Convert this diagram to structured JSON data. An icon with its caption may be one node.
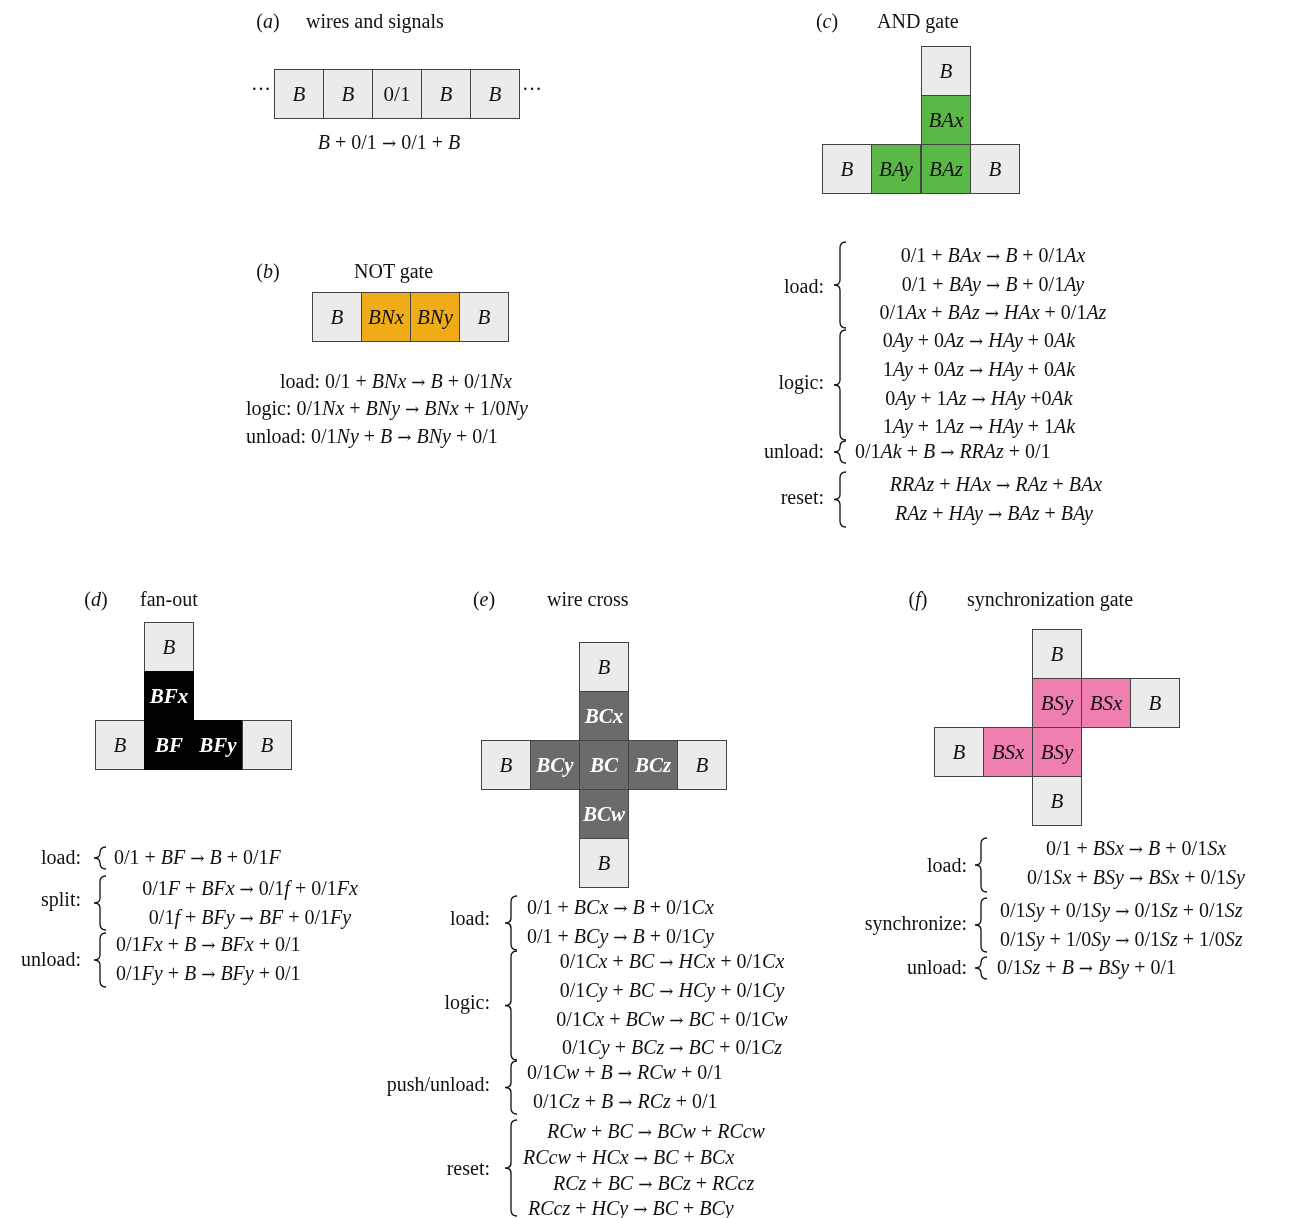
{
  "diagram": {
    "nodes": [
      {
        "text": [
          "B"
        ]
      },
      {
        "text": [
          "B"
        ]
      },
      {
        "text": [
          "0/1"
        ]
      },
      {
        "text": [
          "B"
        ]
      },
      {
        "text": [
          "B"
        ]
      },
      {
        "text": [
          "B"
        ]
      },
      {
        "text": [
          "BAx"
        ]
      },
      {
        "text": [
          "B"
        ]
      },
      {
        "text": [
          "BAy"
        ]
      },
      {
        "text": [
          "BAz"
        ]
      },
      {
        "text": [
          "B"
        ]
      },
      {
        "text": [
          "B"
        ]
      },
      {
        "text": [
          "BNx"
        ]
      },
      {
        "text": [
          "BNy"
        ]
      },
      {
        "text": [
          "B"
        ]
      },
      {
        "text": [
          "B"
        ]
      },
      {
        "text": [
          "BFx"
        ]
      },
      {
        "text": [
          "B"
        ]
      },
      {
        "text": [
          "BF"
        ]
      },
      {
        "text": [
          "BFy"
        ]
      },
      {
        "text": [
          "B"
        ]
      },
      {
        "text": [
          "B"
        ]
      },
      {
        "text": [
          "BCx"
        ]
      },
      {
        "text": [
          "B"
        ]
      },
      {
        "text": [
          "BCy"
        ]
      },
      {
        "text": [
          "BC"
        ]
      },
      {
        "text": [
          "BCz"
        ]
      },
      {
        "text": [
          "B"
        ]
      },
      {
        "text": [
          "BCw"
        ]
      },
      {
        "text": [
          "B"
        ]
      },
      {
        "text": [
          "B"
        ]
      },
      {
        "text": [
          "BSy"
        ]
      },
      {
        "text": [
          "BSx"
        ]
      },
      {
        "text": [
          "B"
        ]
      },
      {
        "text": [
          "B"
        ]
      },
      {
        "text": [
          "BSx"
        ]
      },
      {
        "text": [
          "BSy"
        ]
      },
      {
        "text": [
          "B"
        ]
      }
    ],
    "labels": [
      "(a)",
      "wires and signals",
      "···",
      "···",
      "B + 0/1 → 0/1 + B",
      "(c)",
      "AND gate",
      "load:",
      "0/1 + BAx → B + 0/1Ax",
      "0/1 + BAy → B + 0/1Ay",
      "0/1Ax + BAz → HAx + 0/1Az",
      "logic:",
      "0Ay + 0Az → HAy + 0Ak",
      "1Ay + 0Az → HAy + 0Ak",
      "0Ay + 1Az → HAy +0Ak",
      "1Ay + 1Az → HAy + 1Ak",
      "unload:",
      "0/1Ak + B → RRAz + 0/1",
      "reset:",
      "RRAz + HAx → RAz + BAx",
      "RAz + HAy → BAz + BAy",
      "(b)",
      "NOT gate",
      "load: 0/1 + BNx → B + 0/1Nx",
      "logic: 0/1Nx + BNy → BNx + 1/0Ny",
      "unload: 0/1Ny + B  → BNy + 0/1",
      "(d)",
      "fan-out",
      "load:",
      "0/1 + BF → B + 0/1F",
      "split:",
      "0/1F + BFx → 0/1f + 0/1Fx",
      "0/1f + BFy → BF + 0/1Fy",
      "unload:",
      "0/1Fx + B → BFx + 0/1",
      "0/1Fy + B → BFy + 0/1",
      "(e)",
      "wire cross",
      "load:",
      "0/1 + BCx → B + 0/1Cx",
      "0/1 + BCy → B + 0/1Cy",
      "logic:",
      "0/1Cx + BC → HCx + 0/1Cx",
      "0/1Cy + BC → HCy + 0/1Cy",
      "0/1Cx + BCw → BC + 0/1Cw",
      "0/1Cy + BCz → BC + 0/1Cz",
      "push/unload:",
      "0/1Cw + B → RCw + 0/1",
      "0/1Cz + B → RCz + 0/1",
      "reset:",
      "RCw + BC → BCw + RCcw",
      "RCcw + HCx → BC + BCx",
      "RCz + BC → BCz + RCcz",
      "RCcz + HCy → BC + BCy",
      "(f)",
      "synchronization gate",
      "load:",
      "0/1 + BSx → B + 0/1Sx",
      "0/1Sx + BSy → BSx + 0/1Sy",
      "synchronize:",
      "0/1Sy + 0/1Sy → 0/1Sz + 0/1Sz",
      "0/1Sy + 1/0Sy → 0/1Sz + 1/0Sz",
      "unload:",
      "0/1Sz + B → BSy + 0/1"
    ]
  }
}
